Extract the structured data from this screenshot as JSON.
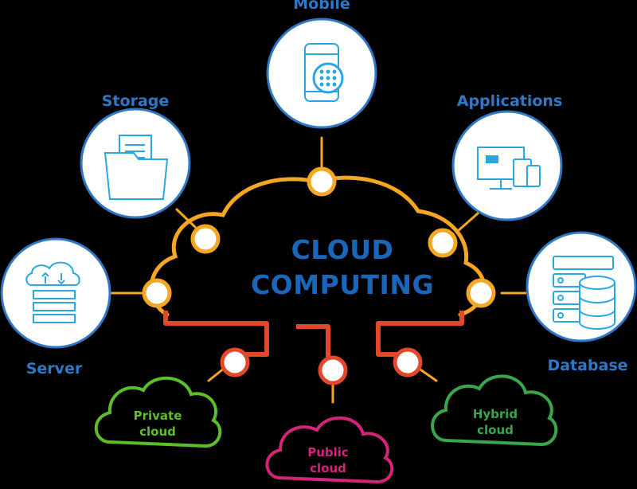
{
  "diagram": {
    "title_line1": "CLOUD",
    "title_line2": "COMPUTING",
    "nodes": {
      "mobile": "Mobile",
      "storage": "Storage",
      "applications": "Applications",
      "server": "Server",
      "database": "Database"
    },
    "clouds": {
      "private_l1": "Private",
      "private_l2": "cloud",
      "public_l1": "Public",
      "public_l2": "cloud",
      "hybrid_l1": "Hybrid",
      "hybrid_l2": "cloud"
    },
    "colors": {
      "background": "#000000",
      "outline": "#f5a623",
      "connector": "#e2492a",
      "accent": "#1a66b8",
      "private": "#5cbf2a",
      "public": "#d4247a",
      "hybrid": "#3aa64a"
    }
  }
}
